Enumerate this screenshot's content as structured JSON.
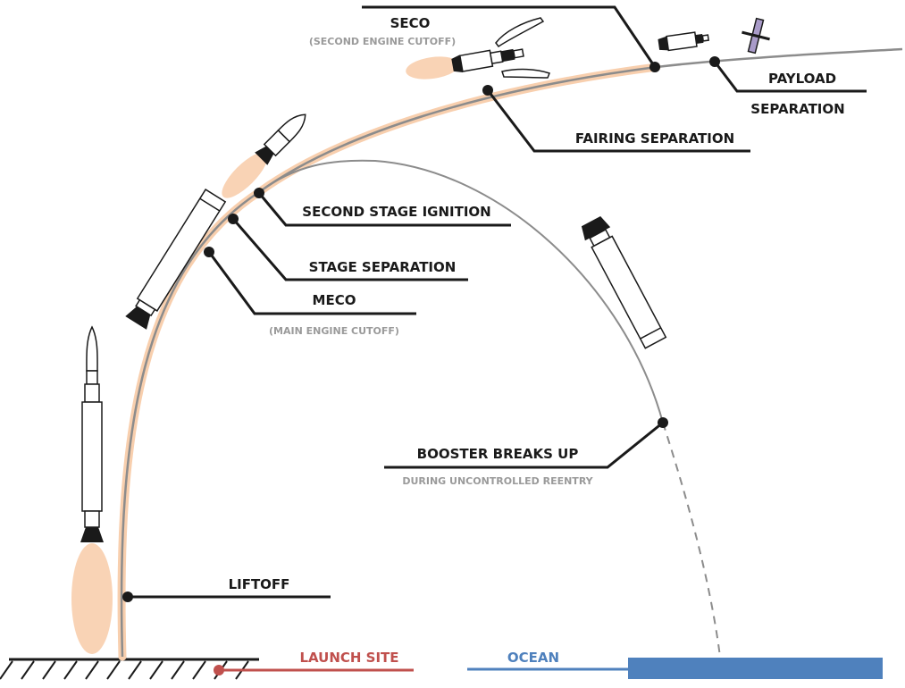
{
  "labels": {
    "seco": "SECO",
    "seco_sub": "(SECOND ENGINE CUTOFF)",
    "payload_line1": "PAYLOAD",
    "payload_line2": "SEPARATION",
    "fairing": "FAIRING SEPARATION",
    "second_stage": "SECOND STAGE IGNITION",
    "stage_sep": "STAGE SEPARATION",
    "meco": "MECO",
    "meco_sub": "(MAIN ENGINE CUTOFF)",
    "booster": "BOOSTER BREAKS UP",
    "booster_sub": "DURING UNCONTROLLED REENTRY",
    "liftoff": "LIFTOFF",
    "launch_site": "LAUNCH SITE",
    "ocean": "OCEAN"
  },
  "colors": {
    "ink": "#1a1a1a",
    "trajectory": "#8c8c8c",
    "glow": "#f8cfae",
    "flame": "#f9d3b5",
    "launch_site": "#c0504d",
    "ocean": "#4f81bd",
    "satellite": "#a99bc9",
    "subtitle": "#9a9a9a"
  }
}
